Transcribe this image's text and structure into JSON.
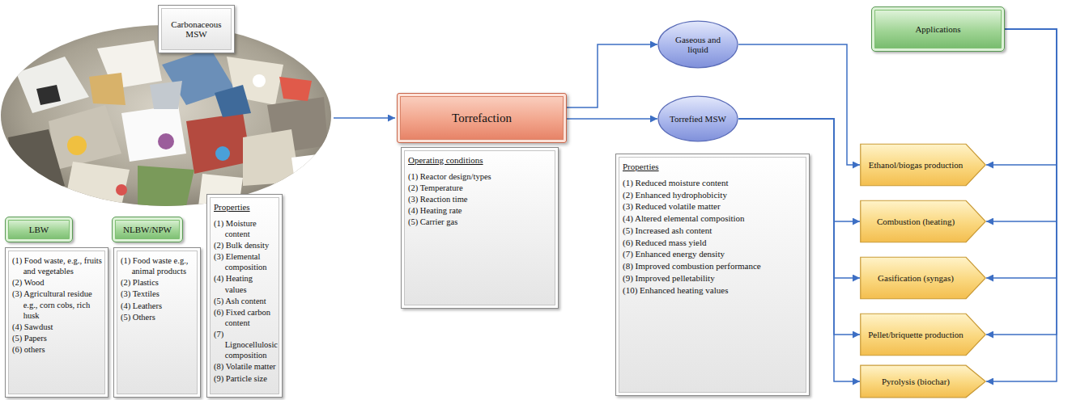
{
  "diagram": {
    "nodes": [
      {
        "text": [
          "Carbonaceous MSW"
        ]
      },
      {
        "text": [
          "LBW"
        ]
      },
      {
        "text": [
          "(1) Food waste, e.g., fruits and vegetables",
          "(2) Wood",
          "(3) Agricultural residue e.g., corn cobs, rich husk",
          "(4) Sawdust",
          "(5) Papers",
          "(6) others"
        ]
      },
      {
        "text": [
          "NLBW/NPW"
        ]
      },
      {
        "text": [
          "(1) Food waste e.g., animal products",
          "(2) Plastics",
          "(3) Textiles",
          "(4) Leathers",
          "(5) Others"
        ]
      },
      {
        "text": [
          "Properties",
          "(1) Moisture content",
          "(2) Bulk density",
          "(3) Elemental composition",
          "(4) Heating values",
          "(5) Ash content",
          "(6) Fixed carbon content",
          "(7) Lignocellulosic composition",
          "(8) Volatile matter",
          "(9) Particle size"
        ]
      },
      {
        "text": [
          "Torrefaction"
        ]
      },
      {
        "text": [
          "Operating conditions",
          "(1) Reactor design/types",
          "(2) Temperature",
          "(3) Reaction time",
          "(4) Heating rate",
          "(5) Carrier gas"
        ]
      },
      {
        "text": [
          "Gaseous and liquid"
        ]
      },
      {
        "text": [
          "Torrefied MSW"
        ]
      },
      {
        "text": [
          "Properties",
          "(1) Reduced moisture content",
          "(2) Enhanced hydrophobicity",
          "(3) Reduced volatile matter",
          "(4) Altered elemental composition",
          "(5) Increased ash content",
          "(6) Reduced mass yield",
          "(7) Enhanced energy density",
          "(8) Improved combustion performance",
          "(9) Improved pelletability",
          "(10) Enhanced heating values"
        ]
      },
      {
        "text": [
          "Applications"
        ]
      },
      {
        "text": [
          "Ethanol/biogas production"
        ]
      },
      {
        "text": [
          "Combustion (heating)"
        ]
      },
      {
        "text": [
          "Gasification (syngas)"
        ]
      },
      {
        "text": [
          "Pellet/briquette production"
        ]
      },
      {
        "text": [
          "Pyrolysis (biochar)"
        ]
      }
    ],
    "edges": [
      {
        "from": 6,
        "to": 8,
        "arrow": "to"
      },
      {
        "from": 6,
        "to": 9,
        "arrow": "to"
      },
      {
        "from": 8,
        "to": 12,
        "arrow": "to"
      },
      {
        "from": 9,
        "to": 13,
        "arrow": "to"
      },
      {
        "from": 9,
        "to": 14,
        "arrow": "to"
      },
      {
        "from": 9,
        "to": 15,
        "arrow": "to"
      },
      {
        "from": 9,
        "to": 16,
        "arrow": "to"
      },
      {
        "from": 11,
        "to": 12,
        "arrow": "to"
      },
      {
        "from": 11,
        "to": 13,
        "arrow": "to"
      },
      {
        "from": 11,
        "to": 14,
        "arrow": "to"
      },
      {
        "from": 11,
        "to": 15,
        "arrow": "to"
      },
      {
        "from": 11,
        "to": 16,
        "arrow": "to"
      }
    ]
  }
}
